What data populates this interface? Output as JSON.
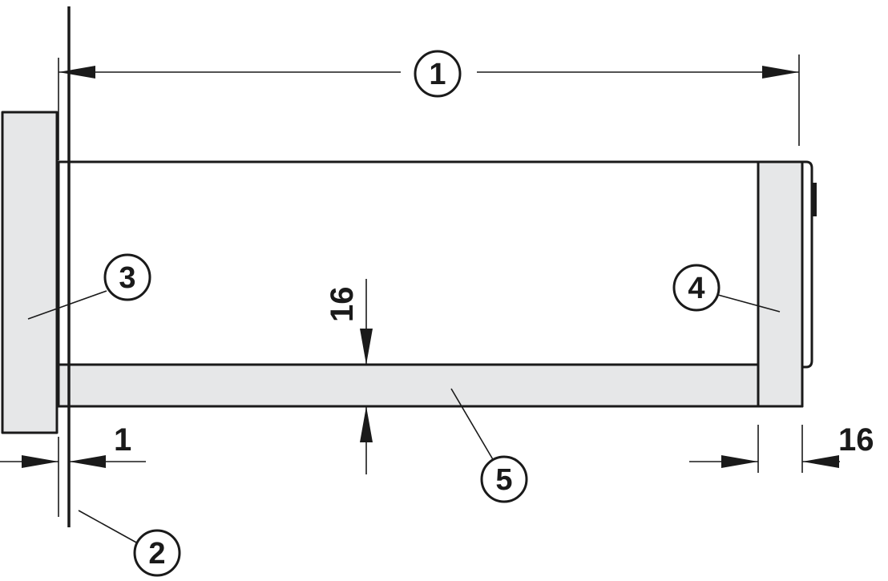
{
  "colors": {
    "line": "#1a1a1a",
    "panel_fill": "#e6e7e8",
    "background": "#ffffff"
  },
  "callouts": {
    "c1": "1",
    "c2": "2",
    "c3": "3",
    "c4": "4",
    "c5": "5"
  },
  "dimensions": {
    "left_gap": "1",
    "bottom_thickness": "16",
    "back_thickness": "16"
  }
}
